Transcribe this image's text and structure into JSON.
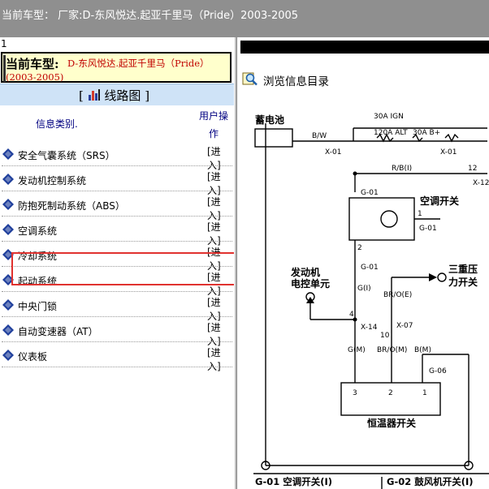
{
  "window": {
    "title": "当前车型：  厂家:D-东风悦达.起亚千里马（Pride）2003-2005"
  },
  "left_pane": {
    "pane_number": "1",
    "current_model": {
      "label": "当前车型:",
      "value_line1": "D-东风悦达.起亚千里马（Pride）",
      "value_line2": "(2003-2005)"
    },
    "section_title": "线路图",
    "section_bracket_open": "[",
    "section_bracket_close": "]",
    "columns": {
      "category": "信息类别.",
      "action": "用户操作"
    },
    "rows": [
      {
        "name": "安全气囊系统（SRS）",
        "action": "[进入]"
      },
      {
        "name": "发动机控制系统",
        "action": "[进入]"
      },
      {
        "name": "防抱死制动系统（ABS）",
        "action": "[进入]"
      },
      {
        "name": "空调系统",
        "action": "[进入]"
      },
      {
        "name": "冷却系统",
        "action": "[进入]"
      },
      {
        "name": "起动系统",
        "action": "[进入]"
      },
      {
        "name": "中央门锁",
        "action": "[进入]"
      },
      {
        "name": "自动变速器（AT）",
        "action": "[进入]"
      },
      {
        "name": "仪表板",
        "action": "[进入]"
      }
    ],
    "highlighted_row": "空调系统"
  },
  "right_pane": {
    "browse_label": "浏览信息目录",
    "diagram": {
      "battery": "蓄电池",
      "ac_switch": "空调开关",
      "ecu_line1": "发动机",
      "ecu_line2": "电控单元",
      "triple_line1": "三重压",
      "triple_line2": "力开关",
      "thermostat": "恒温器开关",
      "fuse_ign": "30A IGN",
      "fuse_alt": "120A ALT",
      "fuse_b": "30A B+",
      "wire_bw": "B/W",
      "wire_rb": "R/B(I)",
      "wire_gi": "G(I)",
      "wire_gm": "G(M)",
      "wire_bro": "BR/O(E)",
      "wire_brom": "BR/O(M)",
      "wire_bm": "B(M)",
      "conn_x01": "X-01",
      "conn_x12": "X-12",
      "conn_x14": "X-14",
      "conn_x07": "X-07",
      "conn_g01": "G-01",
      "conn_g06": "G-06",
      "pin_12": "12",
      "pin_4": "4",
      "pin_10": "10",
      "pin_1": "1",
      "pin_2": "2",
      "pin_3": "3",
      "connector1_title": "G-01 空调开关(I)",
      "connector2_title": "G-02 鼓风机开关(I)"
    }
  }
}
